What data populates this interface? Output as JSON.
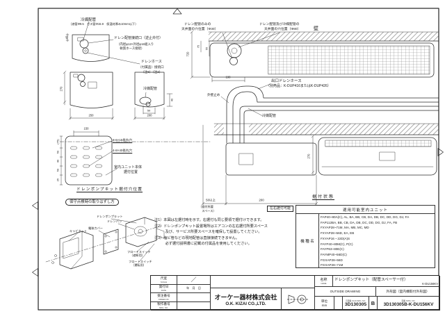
{
  "front": {
    "refrigerant": "冷媒配管",
    "refrigerant_spec": "（液管Φ9.5　ガス管Φ15.9　保温材厚み10mm以下）",
    "drain_joint": "ドレン配管接続口（逆止弁付）",
    "drain_joint_spec1": "（内径φ12×外径φ16組入り",
    "drain_joint_spec2": "　軟質ホース接続）",
    "hose1": "ドレンホース",
    "hose2": "（付属品）接続口",
    "hose3": "（注6）（注2）",
    "refrigerant_side": "冷媒配管",
    "d45": "45",
    "d270": "270",
    "d250": "250",
    "d200": "200",
    "d50": "50",
    "d40": "40"
  },
  "holes": {
    "d150": "150",
    "d75": "(75)",
    "d50a": "50",
    "d40": "40",
    "d50b": "50",
    "d25": "25",
    "slot8": "8-6×15長丸穴",
    "slot4": "4-8×40長丸穴",
    "unit_pos1": "室内ユニット本体",
    "unit_pos2": "据付位置",
    "title": "ドレンポンプキット据付穴位置"
  },
  "maint": {
    "title": "保守点検時の取りはずし方",
    "cabinet": "キャビネット",
    "cover": "電装カバー",
    "kit": "ドレンポンプキット",
    "pan": "ドレンパン",
    "float1a": "フロートスイッチ",
    "float1b": "（遮断用）",
    "float2a": "フロートスイッチ",
    "float2b": "（運転用）"
  },
  "ceil": {
    "hole1a": "ドレン配管のみの",
    "hole1b": "天井面の穴位置（Φ30）",
    "hole2a": "ドレン配管及び冷媒配管の",
    "hole2b": "天井面の穴位置（Φ80）",
    "wall": "壁",
    "d720": "720",
    "d75": "75",
    "d55": "55",
    "d190": "190"
  },
  "hose": {
    "outlet1": "出口ドレンホース",
    "outlet2": "（別売品：K-DUP416またはK-DUP426）",
    "refrigerant": "冷媒配管",
    "wall_fix": "外壁止め"
  },
  "elev": {
    "d50min": "50以上",
    "space1": "（据付所要",
    "space2": "　スペース）",
    "d200": "200",
    "lr": "左右据付可能",
    "d270": "270"
  },
  "state": {
    "title": "据付状態",
    "header": "適用可能室内ユニット",
    "model_col": "機 種 名",
    "models": [
      "FAP40~80A(C), AL, BA, BB, CB, DA, DB, DC, DD, DG, DJ, FA",
      "FAP112BA, BB, CB, DA, DB, DC, DD, DG, DJ, FA, FB",
      "FXYAP28~71M, MA, MB, MC, MD",
      "FXYAP28~56D, EA, EB",
      "FXYAP16・22D(A)S",
      "FAYP40~80M(C), P(C)",
      "FAYP63~80E(C)",
      "FAYMP40~56D(C)",
      "FGXAP28~56D",
      "FGXAP28~71M"
    ]
  },
  "notes": [
    "注1）本図は左据付時を示す。右据付も同じ要領で据付けできます。",
    "注2）ドレンポンプキット設置場所はエアコンの左右据付所要スペース",
    "　　　及び、サービス所要スペースを確保して設置してください。",
    "注3）塩ビ管などの現地配管は直接接続できません。",
    "　　　必ず据付説明書に記載の付属品を使用してください。"
  ],
  "tb": {
    "scale_label": "尺度",
    "scale_sub": "SCALE",
    "scale_value": "／",
    "date_label": "発行日",
    "date_sub": "DATE",
    "date_value": "年　月　日",
    "order_label": "受注番号",
    "order_sub": "ORDER NO.",
    "serial_label": "製作番号",
    "serial_sub": "MFG. NO.",
    "company_jp": "オーケー器材株式会社",
    "company_en": "O.K. KIZAI CO.,LTD.",
    "name_label": "名称",
    "name_sub": "NAME",
    "name_value": "ドレンポンプキット（配管スペーサー付）",
    "model_code": "K-DU156KV",
    "type_en": "OUTSIDE DRAWING",
    "type_jp": "外形図（室内機取付外形図）",
    "unit_label": "単位",
    "unit_value": "mm",
    "old_label": "元図番",
    "old_sub": "OLD DWG. NO.",
    "old_value": "3D130305",
    "revision": "B",
    "dwg_label": "図番",
    "dwg_sub": "DWG. NO.",
    "dwg_value": "3D130305B-K-DU156KV"
  }
}
